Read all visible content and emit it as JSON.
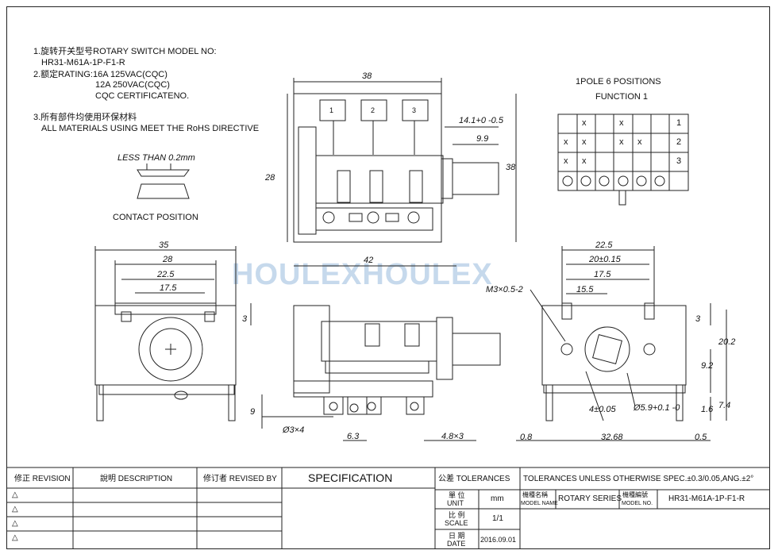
{
  "notes": {
    "n1_label": "1.旋转开关型号ROTARY SWITCH MODEL NO:",
    "n1_value": "HR31-M61A-1P-F1-R",
    "n2_label": "2.额定RATING:16A 125VAC(CQC)",
    "n2_line2": "12A 250VAC(CQC)",
    "n2_line3": "CQC CERTIFICATENO.",
    "n3_label": "3.所有部件均使用环保材料",
    "n3_line2": "ALL MATERIALS USING MEET THE RoHS DIRECTIVE"
  },
  "contact": {
    "less_than": "LESS THAN 0.2mm",
    "label": "CONTACT POSITION"
  },
  "function_table": {
    "title1": "1POLE 6 POSITIONS",
    "title2": "FUNCTION 1",
    "rows": [
      {
        "marks": [
          "",
          "x",
          "",
          "x",
          "",
          ""
        ],
        "num": "1"
      },
      {
        "marks": [
          "x",
          "x",
          "",
          "x",
          "x",
          ""
        ],
        "num": "2"
      },
      {
        "marks": [
          "x",
          "x",
          "",
          "",
          "",
          ""
        ],
        "num": "3"
      }
    ]
  },
  "watermark": "HOULEXHOULEX",
  "dims_top": {
    "w38": "38",
    "h28": "28",
    "h38": "38",
    "w42": "42",
    "d14": "14.1+0 -0.5",
    "d99": "9.9",
    "terminals": [
      "1",
      "2",
      "3"
    ]
  },
  "dims_left": {
    "w35": "35",
    "w28": "28",
    "w225": "22.5",
    "w175": "17.5",
    "h3": "3",
    "h9": "9"
  },
  "dims_mid": {
    "hole": "Ø3×4",
    "w63": "6.3",
    "w48": "4.8×3"
  },
  "dims_right": {
    "w225": "22.5",
    "w20": "20±0.15",
    "w175": "17.5",
    "w155": "15.5",
    "m3": "M3×0.5-2",
    "h3": "3",
    "h202": "20.2",
    "h92": "9.2",
    "h16": "1.6",
    "h74": "7.4",
    "d4": "4±0.05",
    "d59": "Ø5.9+0.1 -0",
    "w08": "0.8",
    "w3268": "32.68",
    "w05": "0.5"
  },
  "title_block": {
    "revision": "修正 REVISION",
    "description": "說明 DESCRIPTION",
    "revised_by": "修订者 REVISED BY",
    "specification": "SPECIFICATION",
    "tolerances_label": "公差 TOLERANCES",
    "tolerances_value": "TOLERANCES UNLESS OTHERWISE SPEC.±0.3/0.05,ANG.±2°",
    "unit_cn": "單 位",
    "unit_en": "UNIT",
    "unit_val": "mm",
    "model_name_cn": "機種名稱",
    "model_name_en": "MODEL NAME",
    "model_name_val": "ROTARY SERIES",
    "model_no_cn": "機種編號",
    "model_no_en": "MODEL NO.",
    "model_no_val": "HR31-M61A-1P-F1-R",
    "scale_cn": "比 例",
    "scale_en": "SCALE",
    "scale_val": "1/1",
    "date_cn": "日 期",
    "date_en": "DATE",
    "date_val": "2016.09.01",
    "rev_marks": [
      "△",
      "△",
      "△",
      "△"
    ]
  }
}
